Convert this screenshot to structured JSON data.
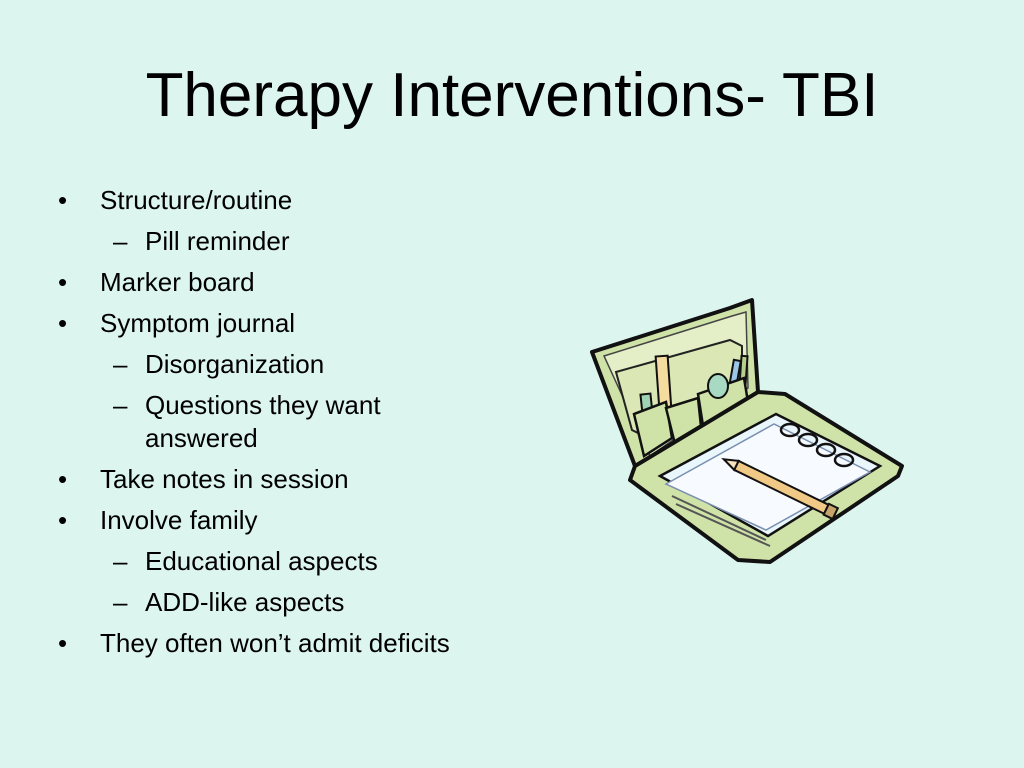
{
  "slide": {
    "title": "Therapy Interventions- TBI",
    "background_color": "#ddf5ef",
    "bullets": [
      {
        "level": 1,
        "marker": "•",
        "text": "Structure/routine"
      },
      {
        "level": 2,
        "marker": "–",
        "text": "Pill reminder"
      },
      {
        "level": 1,
        "marker": "•",
        "text": "Marker board"
      },
      {
        "level": 1,
        "marker": "•",
        "text": "Symptom journal"
      },
      {
        "level": 2,
        "marker": "–",
        "text": "Disorganization"
      },
      {
        "level": 2,
        "marker": "–",
        "text": "Questions they want answered"
      },
      {
        "level": 1,
        "marker": "•",
        "text": "Take notes in session"
      },
      {
        "level": 1,
        "marker": "•",
        "text": "Involve family"
      },
      {
        "level": 2,
        "marker": "–",
        "text": "Educational aspects"
      },
      {
        "level": 2,
        "marker": "–",
        "text": "ADD-like aspects"
      },
      {
        "level": 1,
        "marker": "•",
        "text": "They often won’t admit deficits"
      }
    ],
    "clipart_icon": "notebook-organizer-icon"
  }
}
